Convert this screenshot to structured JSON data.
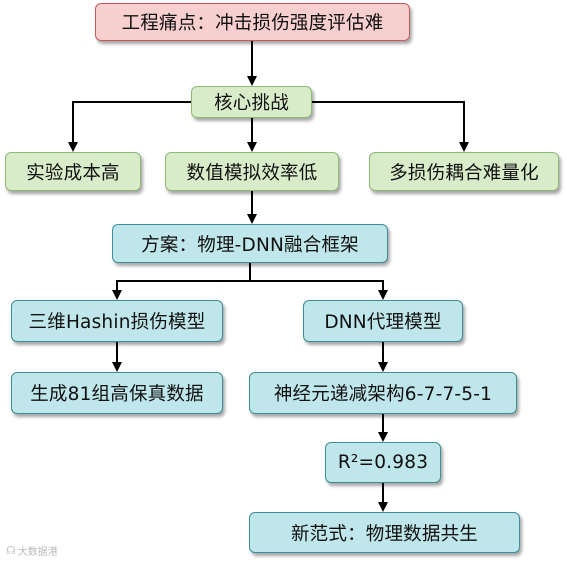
{
  "nodes": {
    "root": "工程痛点：冲击损伤强度评估难",
    "challenge": "核心挑战",
    "cost": "实验成本高",
    "efficiency": "数值模拟效率低",
    "coupling": "多损伤耦合难量化",
    "scheme": "方案：物理-DNN融合框架",
    "hashin": "三维Hashin损伤模型",
    "dnn": "DNN代理模型",
    "data": "生成81组高保真数据",
    "arch": "神经元递减架构6-7-7-5-1",
    "r2": "R²=0.983",
    "paradigm": "新范式：物理数据共生"
  },
  "watermark": {
    "logo": "☊",
    "text": "大数据港"
  },
  "colors": {
    "root_fill": "#f8cfcf",
    "root_border": "#c45a5a",
    "green_fill": "#d8ecc9",
    "green_border": "#8eb877",
    "cyan_fill": "#bfe6ea",
    "cyan_border": "#3e8e97",
    "edge": "#000000"
  }
}
